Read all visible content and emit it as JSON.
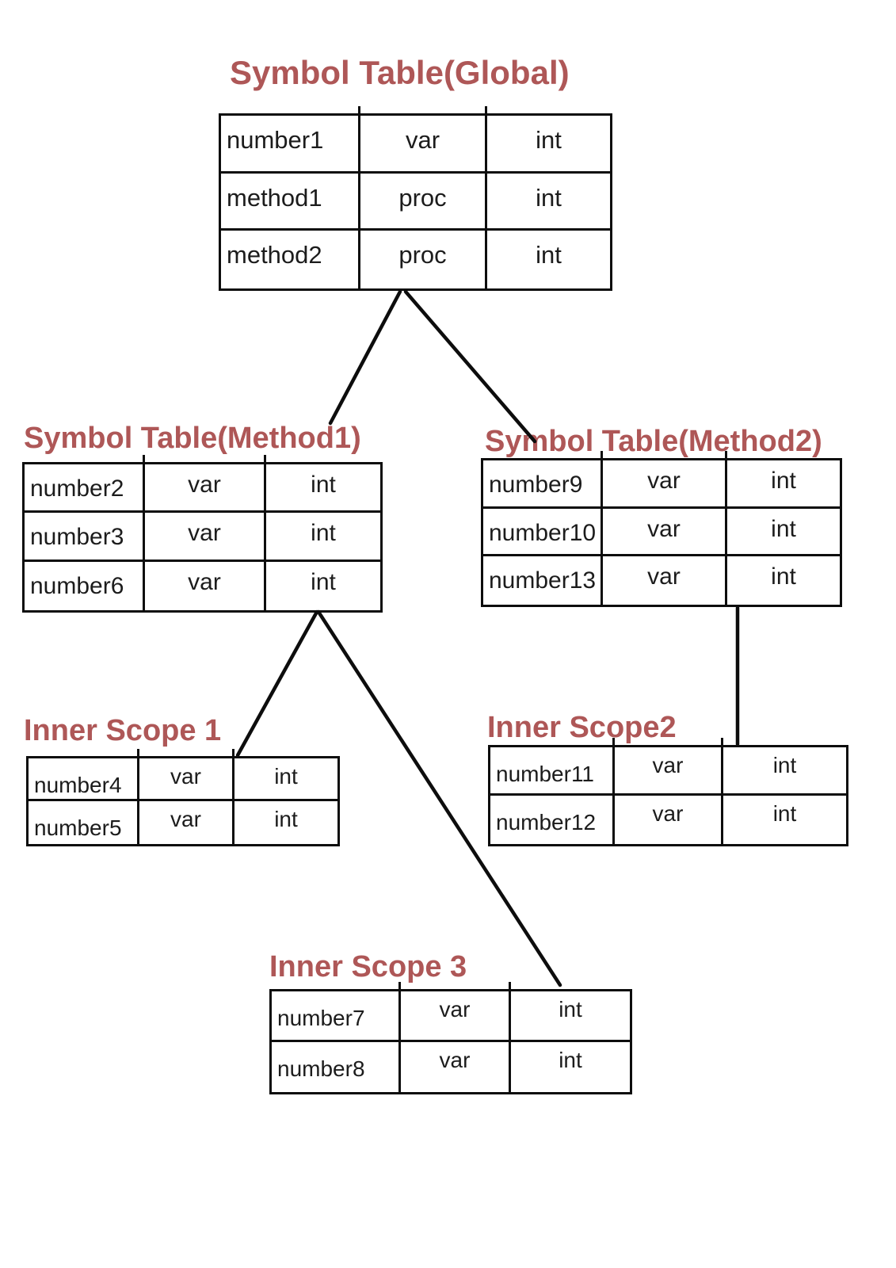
{
  "colors": {
    "title_accent": "#ae5757",
    "cell_text": "#1c1c1c",
    "line": "#0d0d0d",
    "background": "#ffffff"
  },
  "tables": {
    "global": {
      "title": "Symbol Table(Global)",
      "rows": [
        [
          "number1",
          "var",
          "int"
        ],
        [
          "method1",
          "proc",
          "int"
        ],
        [
          "method2",
          "proc",
          "int"
        ]
      ]
    },
    "method1": {
      "title": "Symbol Table(Method1)",
      "rows": [
        [
          "number2",
          "var",
          "int"
        ],
        [
          "number3",
          "var",
          "int"
        ],
        [
          "number6",
          "var",
          "int"
        ]
      ]
    },
    "method2": {
      "title": "Symbol Table(Method2)",
      "rows": [
        [
          "number9",
          "var",
          "int"
        ],
        [
          "number10",
          "var",
          "int"
        ],
        [
          "number13",
          "var",
          "int"
        ]
      ]
    },
    "inner1": {
      "title": "Inner Scope 1",
      "rows": [
        [
          "number4",
          "var",
          "int"
        ],
        [
          "number5",
          "var",
          "int"
        ]
      ]
    },
    "inner2": {
      "title": "Inner Scope2",
      "rows": [
        [
          "number11",
          "var",
          "int"
        ],
        [
          "number12",
          "var",
          "int"
        ]
      ]
    },
    "inner3": {
      "title": "Inner Scope 3",
      "rows": [
        [
          "number7",
          "var",
          "int"
        ],
        [
          "number8",
          "var",
          "int"
        ]
      ]
    }
  },
  "edges": [
    {
      "from": "Symbol Table(Global)",
      "to": "Symbol Table(Method1)"
    },
    {
      "from": "Symbol Table(Global)",
      "to": "Symbol Table(Method2)"
    },
    {
      "from": "Symbol Table(Method1)",
      "to": "Inner Scope 1"
    },
    {
      "from": "Symbol Table(Method1)",
      "to": "Inner Scope 3"
    },
    {
      "from": "Symbol Table(Method2)",
      "to": "Inner Scope2"
    }
  ]
}
